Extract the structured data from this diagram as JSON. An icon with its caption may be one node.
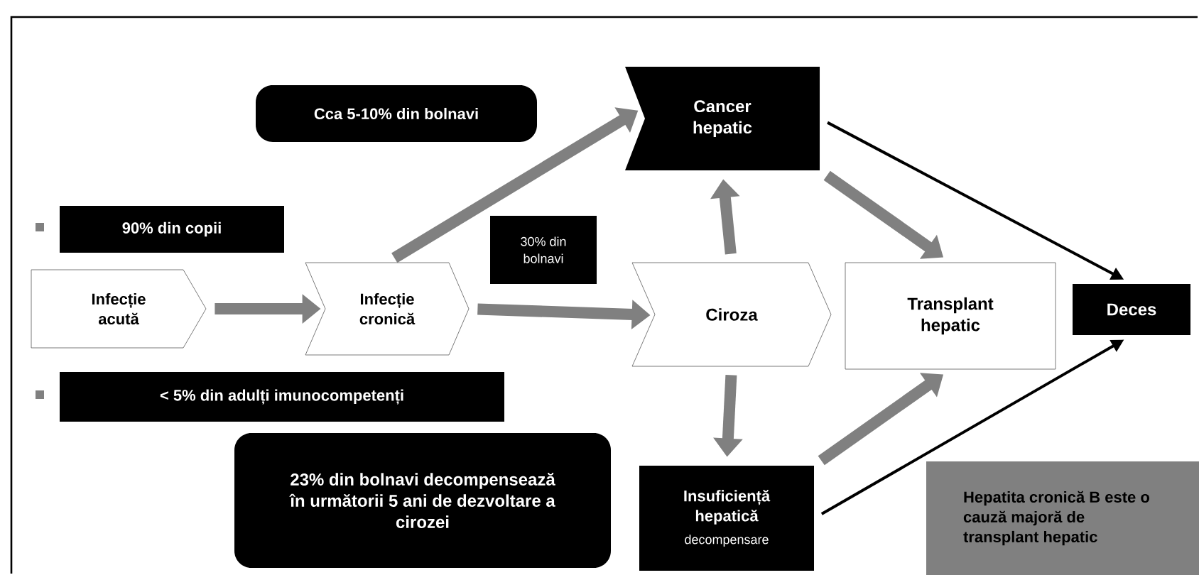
{
  "diagram": {
    "nodes": [
      {
        "text": [
          "Cca  5-10% din bolnavi"
        ]
      },
      {
        "text": [
          "Cancer hepatic"
        ]
      },
      {
        "text": [
          "90% din copii"
        ]
      },
      {
        "text": [
          "30% din bolnavi"
        ]
      },
      {
        "text": [
          "Infecție acută"
        ]
      },
      {
        "text": [
          "Infecție cronică"
        ]
      },
      {
        "text": [
          "Ciroza"
        ]
      },
      {
        "text": [
          "Transplant hepatic"
        ]
      },
      {
        "text": [
          "Deces"
        ]
      },
      {
        "text": [
          "< 5% din adulți imunocompetenți"
        ]
      },
      {
        "text": [
          "23% din bolnavi decompensează în următorii 5 ani de dezvoltare a cirozei"
        ]
      },
      {
        "text": [
          "Insuficiență hepatică",
          "decompensare"
        ]
      },
      {
        "text": [
          "Hepatita cronică B este o cauză majoră de transplant hepatic"
        ]
      }
    ],
    "edges": [
      {
        "from": 4,
        "to": 5,
        "arrow": "to"
      },
      {
        "from": 5,
        "to": 1,
        "arrow": "to"
      },
      {
        "from": 5,
        "to": 6,
        "arrow": "to"
      },
      {
        "from": 6,
        "to": 1,
        "arrow": "to"
      },
      {
        "from": 6,
        "to": 11,
        "arrow": "to"
      },
      {
        "from": 1,
        "to": 7,
        "arrow": "to"
      },
      {
        "from": 11,
        "to": 7,
        "arrow": "to"
      },
      {
        "from": 1,
        "to": 8,
        "arrow": "to",
        "color": "#000000"
      },
      {
        "from": 11,
        "to": 8,
        "arrow": "to",
        "color": "#000000"
      }
    ]
  }
}
